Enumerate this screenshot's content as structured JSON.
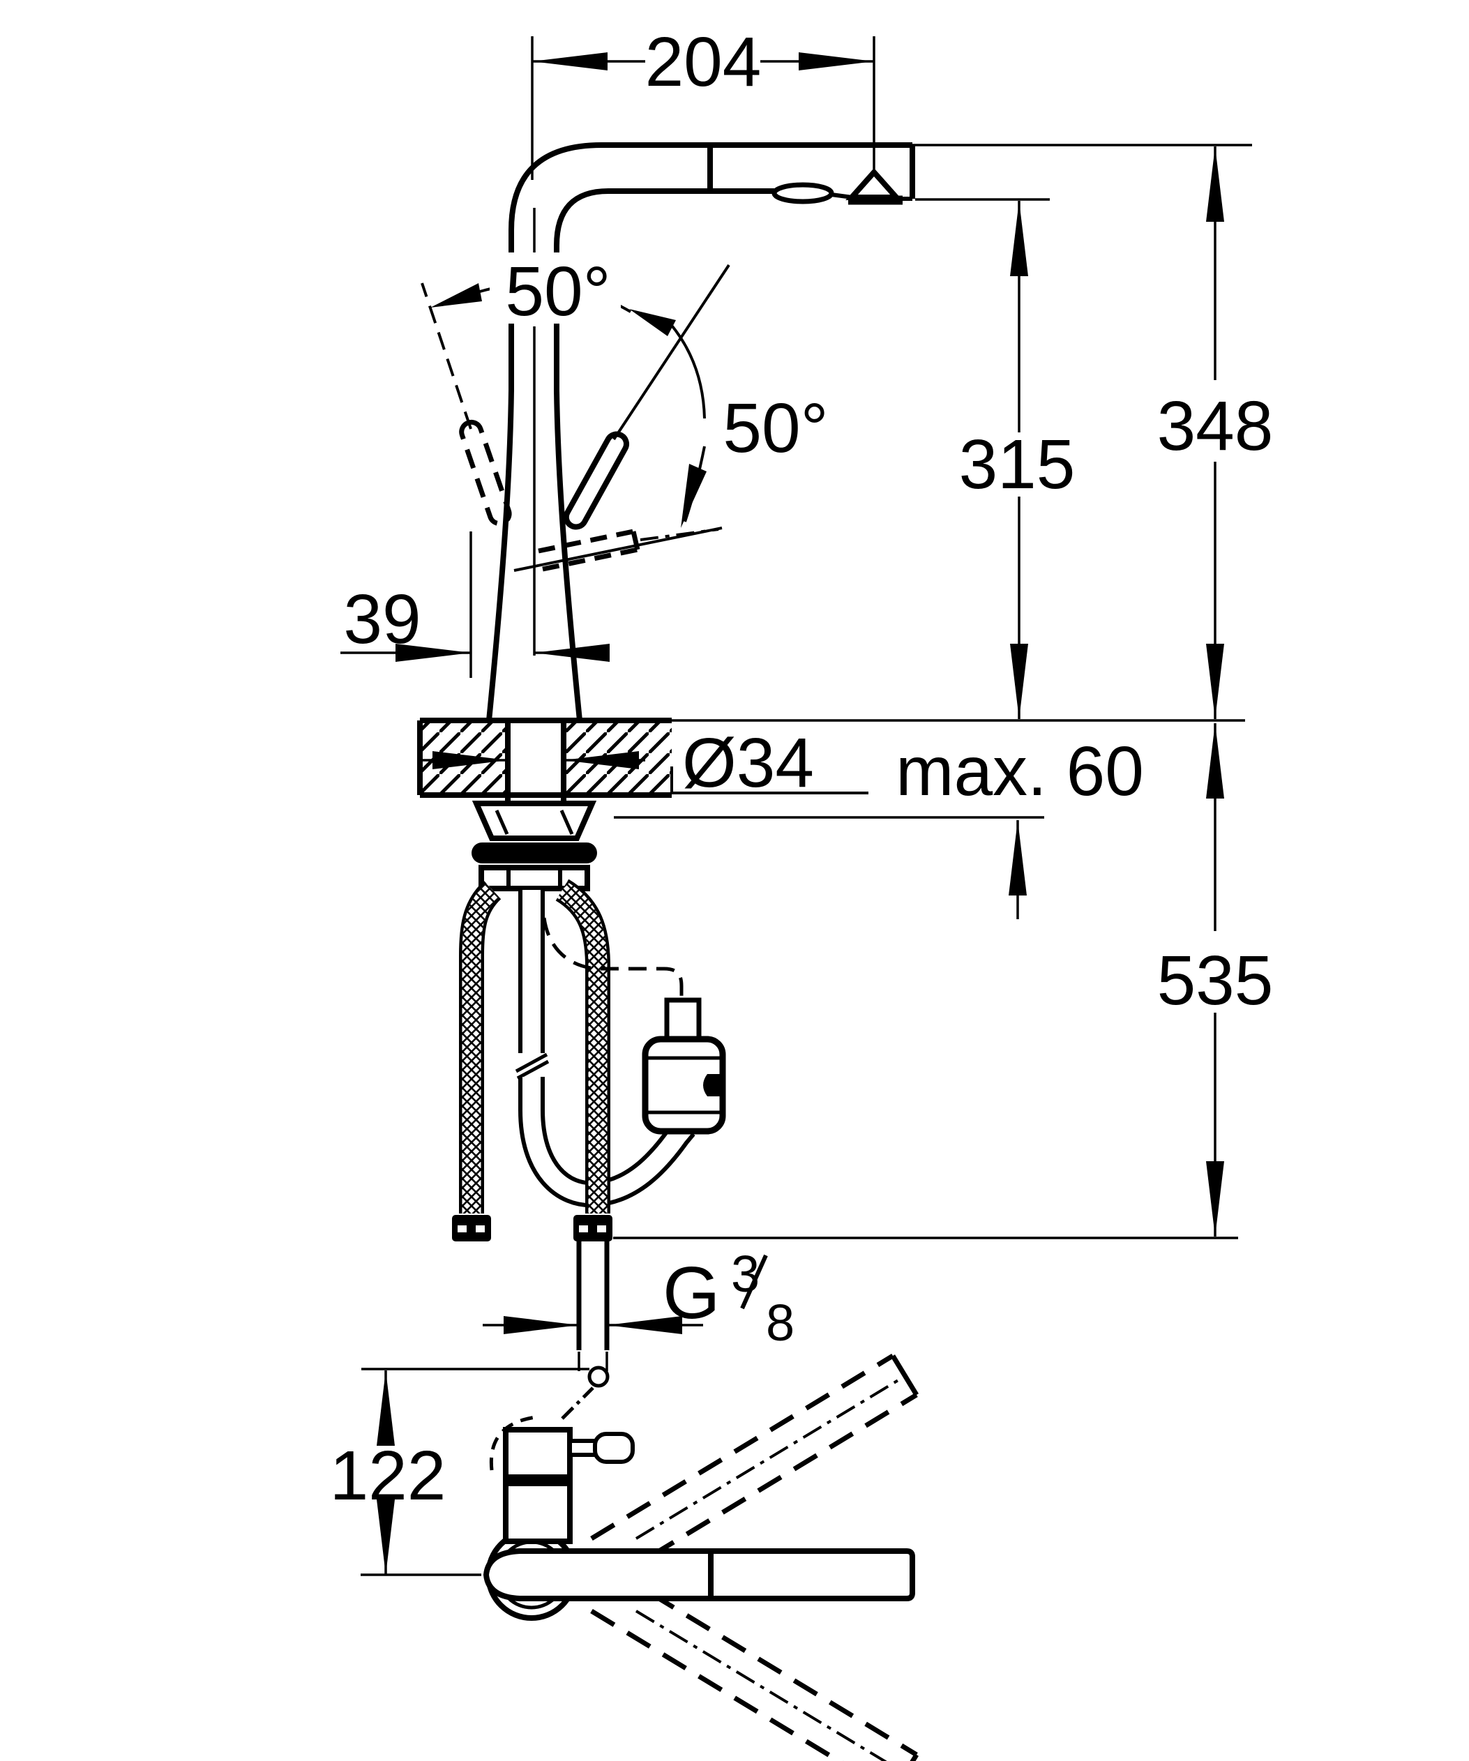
{
  "drawing": {
    "type": "faucet installation dimension drawing",
    "background": "#ffffff",
    "line_color": "#000000"
  },
  "dimensions": {
    "spout_reach": "204",
    "handle_swing_upper": "50°",
    "handle_swing_lower": "50°",
    "outlet_height": "315",
    "total_height": "348",
    "handle_offset": "39",
    "hole_diameter": "Ø34",
    "max_counter_thickness": "max. 60",
    "below_counter_length": "535",
    "thread_letter": "G",
    "thread_numerator": "3",
    "thread_denominator": "8",
    "plan_view_depth": "122"
  }
}
